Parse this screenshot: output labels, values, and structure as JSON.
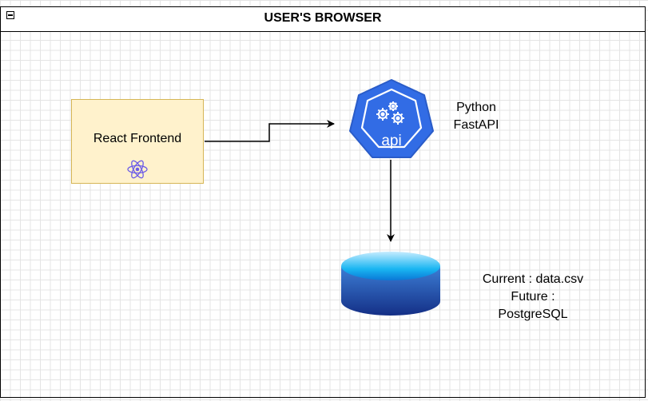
{
  "container": {
    "title": "USER'S BROWSER"
  },
  "nodes": {
    "frontend": {
      "label": "React Frontend",
      "icon": "react-icon"
    },
    "api": {
      "icon_text": "api",
      "label_line1": "Python",
      "label_line2": "FastAPI"
    },
    "database": {
      "icon": "database-icon",
      "line1": "Current : data.csv",
      "line2": "Future :",
      "line3": "PostgreSQL"
    }
  },
  "colors": {
    "frontend_fill": "#fff2cc",
    "frontend_border": "#d6b656",
    "api_blue": "#326ce5",
    "db_blue": "#1a3a9e",
    "react_purple": "#6c5ce7"
  }
}
